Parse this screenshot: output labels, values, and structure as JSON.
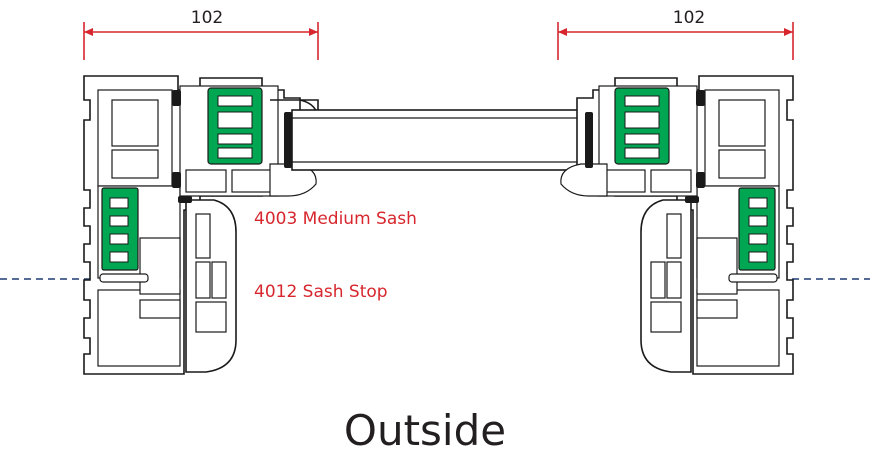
{
  "dimensions": {
    "left": "102",
    "right": "102"
  },
  "labels": {
    "sash": "4003 Medium Sash",
    "stop": "4012 Sash Stop"
  },
  "orientation": {
    "outside": "Outside"
  },
  "colors": {
    "dimension_line": "#d7262d",
    "label_text": "#d7262d",
    "reinforcement": "#00a651",
    "centerline": "#1f3a73",
    "profile_stroke": "#1a1a1a"
  }
}
